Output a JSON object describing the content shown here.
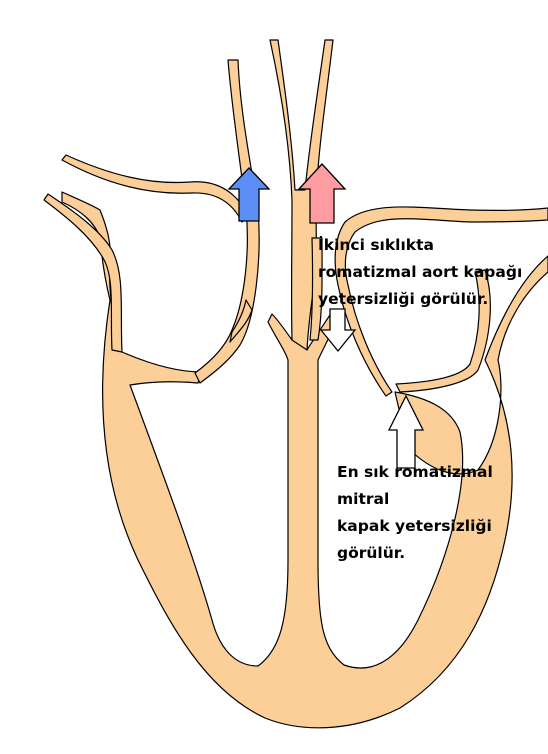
{
  "colors": {
    "tissue_fill": "#FCCF98",
    "outline": "#000000",
    "blue_arrow": "#5B8FF5",
    "pink_arrow": "#FF9CA1",
    "hollow_arrow": "#FFFFFF"
  },
  "annotations": {
    "aortic": [
      "İkinci sıklıkta",
      "romatizmal aort kapağı",
      "yetersizliği görülür."
    ],
    "mitral": [
      "En sık romatizmal mitral",
      "kapak yetersizliği",
      "görülür."
    ]
  },
  "arrows": [
    {
      "name": "blue-up-arrow",
      "direction": "up",
      "color": "blue_arrow"
    },
    {
      "name": "pink-up-arrow",
      "direction": "up",
      "color": "pink_arrow"
    },
    {
      "name": "aortic-regurgitation-arrow",
      "direction": "down",
      "color": "hollow_arrow"
    },
    {
      "name": "mitral-regurgitation-arrow",
      "direction": "up",
      "color": "hollow_arrow"
    }
  ]
}
